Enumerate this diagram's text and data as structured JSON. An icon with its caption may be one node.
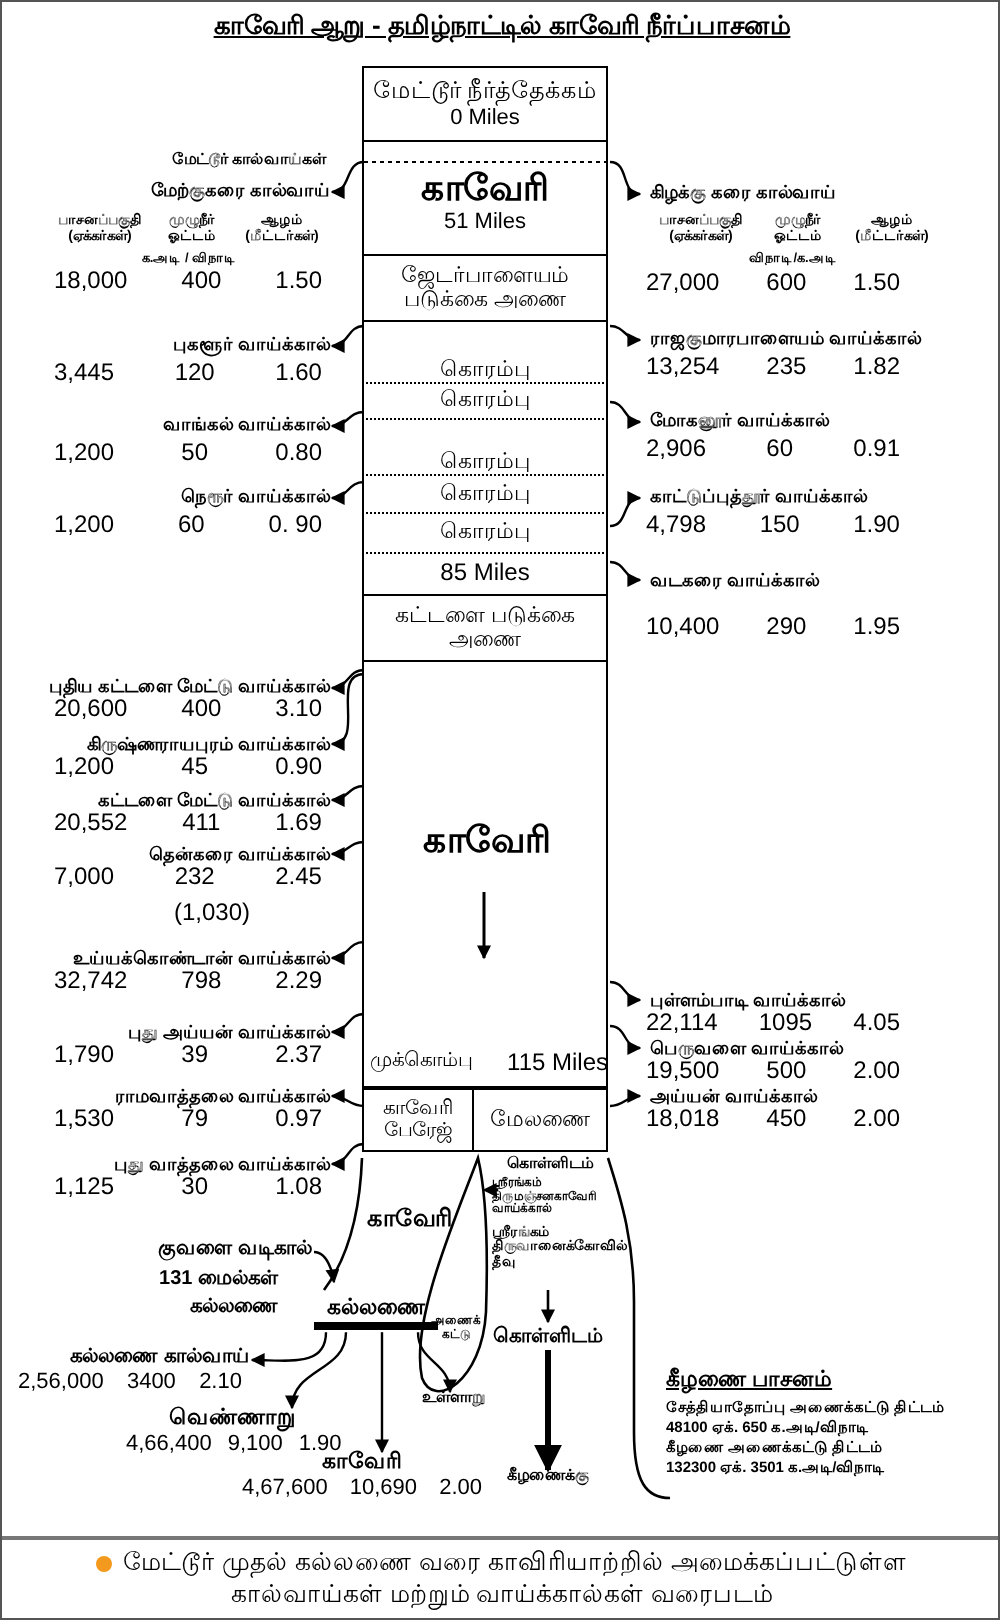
{
  "diagram": {
    "title": "காவேரி ஆறு - தமிழ்நாட்டில் காவேரி நீர்ப்பாசனம்",
    "caption": "மேட்டூர் முதல் கல்லணை வரை காவிரியாற்றில் அமைக்கப்பட்டுள்ள கால்வாய்கள் மற்றும் வாய்க்கால்கள் வரைபடம்",
    "nodes": [
      {
        "text": [
          "மேட்டூர் நீர்த்தேக்கம்",
          "0 Miles"
        ]
      },
      {
        "text": [
          "காவேரி",
          "51 Miles"
        ]
      },
      {
        "text": [
          "ஜேடர்பாளையம் படுக்கை அணை"
        ]
      },
      {
        "text": [
          "கொரம்பு"
        ]
      },
      {
        "text": [
          "கொரம்பு"
        ]
      },
      {
        "text": [
          "கொரம்பு"
        ]
      },
      {
        "text": [
          "கொரம்பு"
        ]
      },
      {
        "text": [
          "கொரம்பு"
        ]
      },
      {
        "text": [
          "85 Miles"
        ]
      },
      {
        "text": [
          "கட்டளை படுக்கை அணை"
        ]
      },
      {
        "text": [
          "காவேரி",
          "முக்கொம்பு",
          "115 Miles"
        ]
      },
      {
        "text": [
          "காவேரி பேரேஜ்"
        ]
      },
      {
        "text": [
          "மேலணை"
        ]
      },
      {
        "text": [
          "மேற்குகரை கால்வாய்",
          "18,000",
          "400",
          "1.50"
        ]
      },
      {
        "text": [
          "புகளூர் வாய்க்கால்",
          "3,445",
          "120",
          "1.60"
        ]
      },
      {
        "text": [
          "வாங்கல் வாய்க்கால்",
          "1,200",
          "50",
          "0.80"
        ]
      },
      {
        "text": [
          "நெரூர் வாய்க்கால்",
          "1,200",
          "60",
          "0. 90"
        ]
      },
      {
        "text": [
          "கிழக்கு கரை கால்வாய்",
          "27,000",
          "600",
          "1.50"
        ]
      },
      {
        "text": [
          "ராஜகுமாரபாளையம் வாய்க்கால்",
          "13,254",
          "235",
          "1.82"
        ]
      },
      {
        "text": [
          "மோகனூர் வாய்க்கால்",
          "2,906",
          "60",
          "0.91"
        ]
      },
      {
        "text": [
          "காட்டுப்புத்தூர் வாய்க்கால்",
          "4,798",
          "150",
          "1.90"
        ]
      },
      {
        "text": [
          "வடகரை வாய்க்கால்",
          "10,400",
          "290",
          "1.95"
        ]
      },
      {
        "text": [
          "புதிய கட்டளை மேட்டு வாய்க்கால்",
          "20,600",
          "400",
          "3.10"
        ]
      },
      {
        "text": [
          "கிருஷ்ணராயபுரம் வாய்க்கால்",
          "1,200",
          "45",
          "0.90"
        ]
      },
      {
        "text": [
          "கட்டளை மேட்டு வாய்க்கால்",
          "20,552",
          "411",
          "1.69"
        ]
      },
      {
        "text": [
          "தென்கரை வாய்க்கால்",
          "7,000",
          "232",
          "2.45",
          "(1,030)"
        ]
      },
      {
        "text": [
          "உய்யக்கொண்டான் வாய்க்கால்",
          "32,742",
          "798",
          "2.29"
        ]
      },
      {
        "text": [
          "புது அய்யன் வாய்க்கால்",
          "1,790",
          "39",
          "2.37"
        ]
      },
      {
        "text": [
          "ராமவாத்தலை வாய்க்கால்",
          "1,530",
          "79",
          "0.97"
        ]
      },
      {
        "text": [
          "புது வாத்தலை வாய்க்கால்",
          "1,125",
          "30",
          "1.08"
        ]
      },
      {
        "text": [
          "புள்ளம்பாடி வாய்க்கால்",
          "22,114",
          "1095",
          "4.05"
        ]
      },
      {
        "text": [
          "பெருவளை வாய்க்கால்",
          "19,500",
          "500",
          "2.00"
        ]
      },
      {
        "text": [
          "அய்யன் வாய்க்கால்",
          "18,018",
          "450",
          "2.00"
        ]
      },
      {
        "text": [
          "கல்லணை"
        ],
        "beside": [
          "131 மைல்கள்",
          "கல்லணை"
        ]
      },
      {
        "text": [
          "கல்லணை கால்வாய்",
          "2,56,000",
          "3400",
          "2.10"
        ]
      },
      {
        "text": [
          "வெண்ணாறு",
          "4,66,400",
          "9,100",
          "1.90"
        ]
      },
      {
        "text": [
          "காவேரி",
          "4,67,600",
          "10,690",
          "2.00"
        ]
      },
      {
        "text": [
          "உள்ளாறு"
        ]
      },
      {
        "text": [
          "குவளை வடிகால்"
        ]
      },
      {
        "text": [
          "கொள்ளிடம்"
        ]
      },
      {
        "text": [
          "கீழணைக்கு"
        ]
      }
    ],
    "edges": [
      {
        "from": 1,
        "to": 13,
        "arrow": "to"
      },
      {
        "from": 1,
        "to": 17,
        "arrow": "to"
      },
      {
        "from": 3,
        "to": 14,
        "arrow": "to"
      },
      {
        "from": 4,
        "to": 15,
        "arrow": "to"
      },
      {
        "from": 6,
        "to": 16,
        "arrow": "to"
      },
      {
        "from": 3,
        "to": 18,
        "arrow": "to"
      },
      {
        "from": 4,
        "to": 19,
        "arrow": "to"
      },
      {
        "from": 7,
        "to": 20,
        "arrow": "to"
      },
      {
        "from": 8,
        "to": 21,
        "arrow": "to"
      },
      {
        "from": 10,
        "to": 22,
        "arrow": "to"
      },
      {
        "from": 10,
        "to": 23,
        "arrow": "to"
      },
      {
        "from": 10,
        "to": 24,
        "arrow": "to"
      },
      {
        "from": 10,
        "to": 25,
        "arrow": "to"
      },
      {
        "from": 10,
        "to": 26,
        "arrow": "to"
      },
      {
        "from": 10,
        "to": 27,
        "arrow": "to"
      },
      {
        "from": 11,
        "to": 28,
        "arrow": "to"
      },
      {
        "from": 11,
        "to": 29,
        "arrow": "to"
      },
      {
        "from": 10,
        "to": 30,
        "arrow": "to"
      },
      {
        "from": 10,
        "to": 31,
        "arrow": "to"
      },
      {
        "from": 12,
        "to": 32,
        "arrow": "to"
      },
      {
        "from": 33,
        "to": 34,
        "arrow": "to"
      },
      {
        "from": 33,
        "to": 35,
        "arrow": "to"
      },
      {
        "from": 33,
        "to": 36,
        "arrow": "to"
      },
      {
        "from": 33,
        "to": 37,
        "arrow": "to"
      },
      {
        "from": 38,
        "to": null,
        "arrow": "to"
      },
      {
        "from": 39,
        "to": 40,
        "arrow": "to",
        "style": "thick"
      }
    ],
    "labels": [
      "மேட்டூர் கால்வாய்கள்",
      "பாசனப்பகுதி (ஏக்கர்கள்)",
      "முழுநீர் ஓட்டம்",
      "ஆழம் (மீட்டர்கள்)",
      "க.அடி / விநாடி",
      "பாசனப்பகுதி (ஏக்கர்கள்)",
      "முழுநீர் ஓட்டம்",
      "ஆழம் (மீட்டர்கள்)",
      "விநாடி/க.அடி",
      "காவேரி",
      "கொள்ளிடம்",
      "ஸ்ரீரங்கம் திருமஞ்சனகாவேரி வாய்க்கால்",
      "ஸ்ரீரங்கம் திருவானைக்கோவில் தீவு",
      "அணைக் கட்டு",
      "கீழணை பாசனம்",
      "சேத்தியாதோப்பு அணைக்கட்டு திட்டம்",
      "48100 ஏக். 650 க.அடி/விநாடி",
      "கீழணை அணைக்கட்டு திட்டம்",
      "132300 ஏக். 3501 க.அடி/விநாடி"
    ]
  }
}
